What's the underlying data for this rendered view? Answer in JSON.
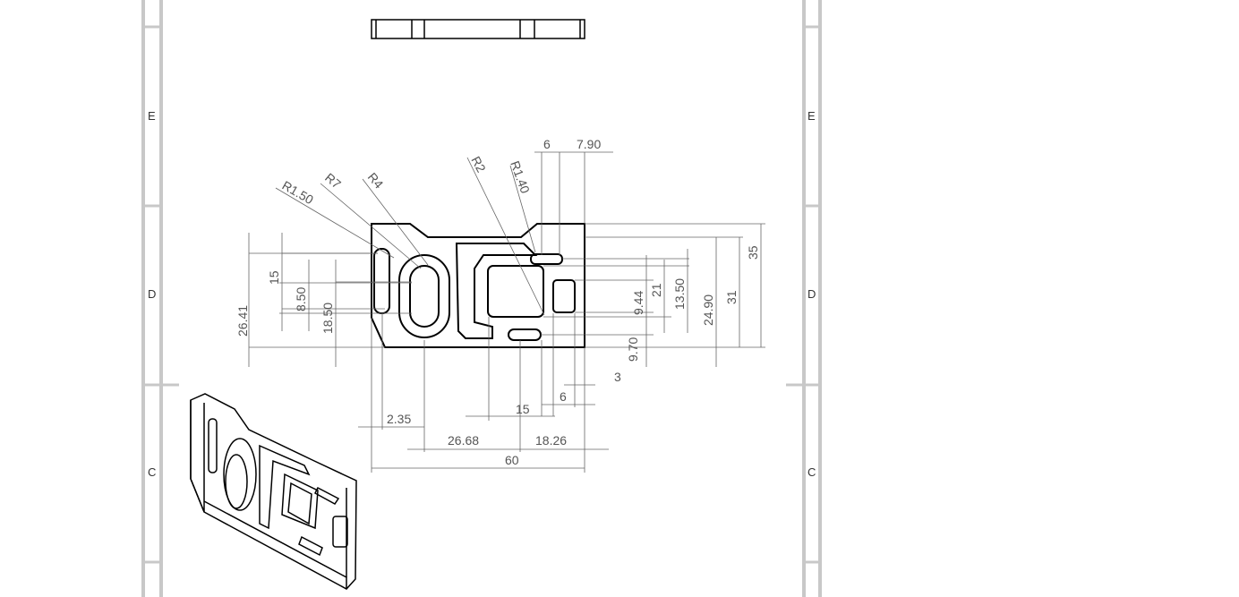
{
  "zones": {
    "left": [
      "E",
      "D",
      "C"
    ],
    "right": [
      "E",
      "D",
      "C"
    ]
  },
  "dimensions": {
    "radii": [
      "R1.50",
      "R7",
      "R4",
      "R2",
      "R1.40"
    ],
    "top": [
      "6",
      "7.90"
    ],
    "left": [
      "26.41",
      "15",
      "8.50",
      "18.50"
    ],
    "right": [
      "9.44",
      "21",
      "13.50",
      "24.90",
      "31",
      "35",
      "9.70"
    ],
    "bottom": [
      "3",
      "6",
      "15",
      "2.35",
      "26.68",
      "18.26",
      "60"
    ]
  }
}
